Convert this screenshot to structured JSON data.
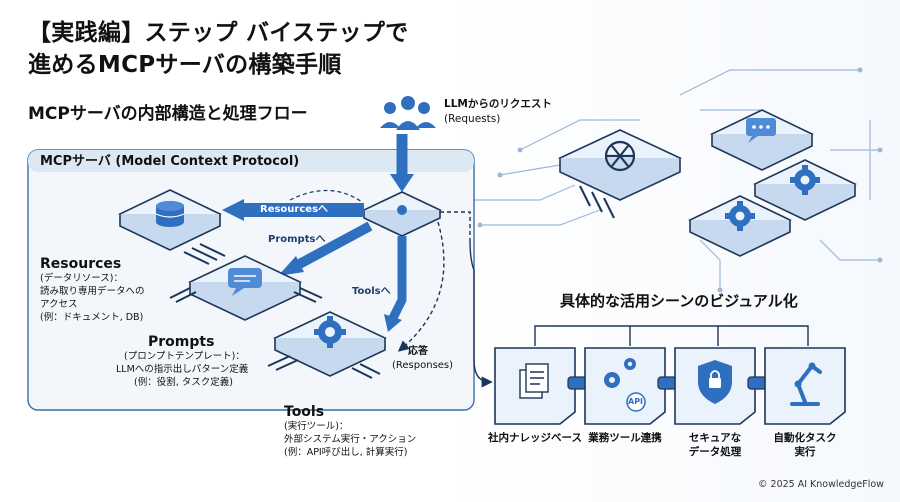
{
  "header": {
    "title_line1": "【実践編】ステップ バイステップで",
    "title_line2": "進めるMCPサーバの構築手順",
    "subtitle": "MCPサーバの内部構造と処理フロー"
  },
  "request": {
    "line1": "LLMからのリクエスト",
    "line2": "(Requests)",
    "icon": "users-icon"
  },
  "panel": {
    "title": "MCPサーバ (Model Context Protocol)"
  },
  "flow_labels": {
    "resources": "Resourcesへ",
    "prompts": "Promptsへ",
    "tools": "Toolsへ",
    "response_line1": "応答",
    "response_line2": "(Responses)"
  },
  "components": {
    "resources": {
      "name": "Resources",
      "lines": [
        "(データリソース)：",
        "読み取り専用データへの",
        "アクセス",
        "(例：ドキュメント, DB)"
      ]
    },
    "prompts": {
      "name": "Prompts",
      "lines": [
        "(プロンプトテンプレート)：",
        "LLMへの指示出しパターン定義",
        "(例：役割, タスク定義)"
      ]
    },
    "tools": {
      "name": "Tools",
      "lines": [
        "(実行ツール)：",
        "外部システム実行・アクション",
        "(例：API呼び出し, 計算実行)"
      ]
    }
  },
  "usecases": {
    "title": "具体的な活用シーンのビジュアル化",
    "items": [
      {
        "label_line1": "社内ナレッジベース",
        "label_line2": "",
        "icon": "documents-icon"
      },
      {
        "label_line1": "業務ツール連携",
        "label_line2": "",
        "icon": "gears-api-icon",
        "badge": "API"
      },
      {
        "label_line1": "セキュアな",
        "label_line2": "データ処理",
        "icon": "shield-lock-icon"
      },
      {
        "label_line1": "自動化タスク",
        "label_line2": "実行",
        "icon": "robot-arm-icon"
      }
    ]
  },
  "chips": [
    "openai-logo-icon",
    "chat-bubble-icon",
    "gear-icon",
    "gear-icon"
  ],
  "colors": {
    "primary": "#2f6fc0",
    "dark_outline": "#1d3557",
    "chip_fill": "#eaf2fb",
    "panel_fill": "#f3f7fc",
    "panel_border": "#3b6ea5"
  },
  "footer": {
    "copyright": "© 2025 AI KnowledgeFlow"
  }
}
